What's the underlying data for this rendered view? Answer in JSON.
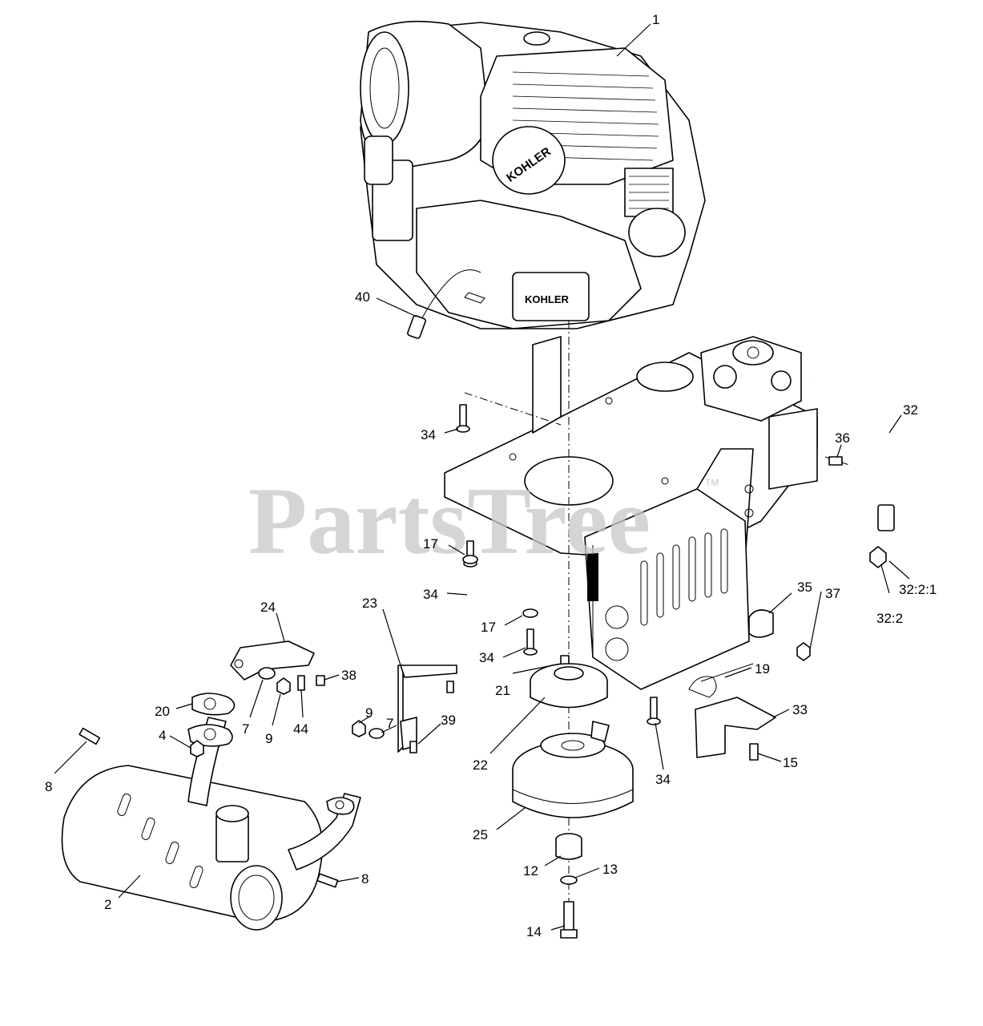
{
  "watermark": {
    "text": "PartsTree",
    "tm": "TM"
  },
  "engine": {
    "brand": "KOHLER",
    "valve_cover": "KOHLER"
  },
  "callouts": [
    {
      "key": "c1",
      "label": "1"
    },
    {
      "key": "c40",
      "label": "40"
    },
    {
      "key": "c34a",
      "label": "34"
    },
    {
      "key": "c32",
      "label": "32"
    },
    {
      "key": "c36",
      "label": "36"
    },
    {
      "key": "c17a",
      "label": "17"
    },
    {
      "key": "c34b",
      "label": "34"
    },
    {
      "key": "c17b",
      "label": "17"
    },
    {
      "key": "c34c",
      "label": "34"
    },
    {
      "key": "c35",
      "label": "35"
    },
    {
      "key": "c37",
      "label": "37"
    },
    {
      "key": "c3221",
      "label": "32:2:1"
    },
    {
      "key": "c322",
      "label": "32:2"
    },
    {
      "key": "c24",
      "label": "24"
    },
    {
      "key": "c23",
      "label": "23"
    },
    {
      "key": "c21",
      "label": "21"
    },
    {
      "key": "c19",
      "label": "19"
    },
    {
      "key": "c38",
      "label": "38"
    },
    {
      "key": "c20",
      "label": "20"
    },
    {
      "key": "c7a",
      "label": "7"
    },
    {
      "key": "c9a",
      "label": "9"
    },
    {
      "key": "c44",
      "label": "44"
    },
    {
      "key": "c4",
      "label": "4"
    },
    {
      "key": "c9b",
      "label": "9"
    },
    {
      "key": "c7b",
      "label": "7"
    },
    {
      "key": "c39",
      "label": "39"
    },
    {
      "key": "c33",
      "label": "33"
    },
    {
      "key": "c22",
      "label": "22"
    },
    {
      "key": "c15",
      "label": "15"
    },
    {
      "key": "c8a",
      "label": "8"
    },
    {
      "key": "c34d",
      "label": "34"
    },
    {
      "key": "c25",
      "label": "25"
    },
    {
      "key": "c8b",
      "label": "8"
    },
    {
      "key": "c12",
      "label": "12"
    },
    {
      "key": "c13",
      "label": "13"
    },
    {
      "key": "c2",
      "label": "2"
    },
    {
      "key": "c14",
      "label": "14"
    }
  ]
}
